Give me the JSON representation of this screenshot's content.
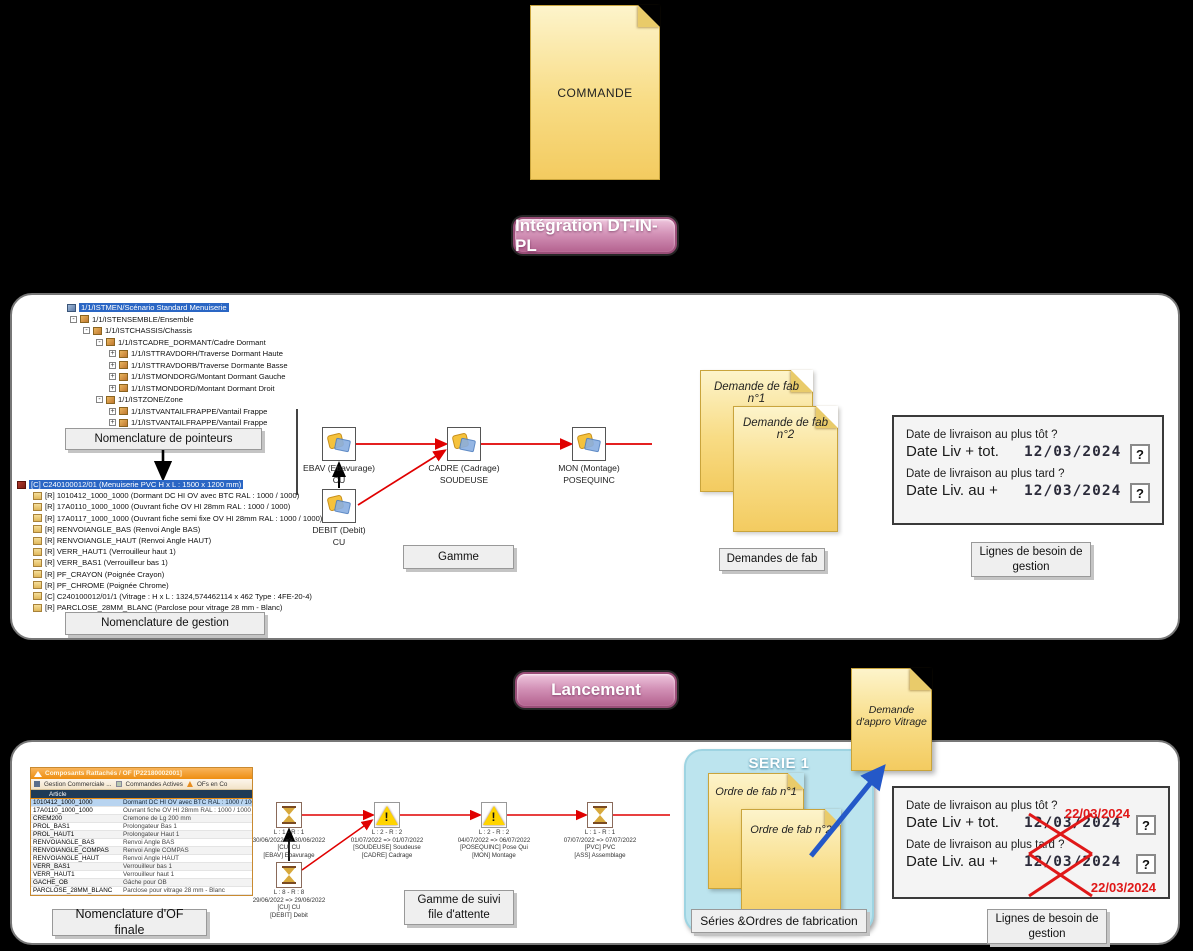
{
  "colors": {
    "accent_pink": "#B4628F",
    "sticky_yellow": "#F3CB60",
    "serie_cyan": "#BCE4EE",
    "selection_blue": "#2A66C4",
    "alert_red": "#E01818",
    "arrow_blue": "#2458C8"
  },
  "commande": {
    "label": "COMMANDE"
  },
  "steps": {
    "integration": "Intégration DT-IN-PL",
    "lancement": "Lancement"
  },
  "panel_integration": {
    "tree_pointeurs": {
      "items": [
        {
          "label": "1/1/ISTMEN/Scénario Standard Menuiserie",
          "expander": ""
        },
        {
          "label": "1/1/ISTENSEMBLE/Ensemble",
          "expander": "-"
        },
        {
          "label": "1/1/ISTCHASSIS/Chassis",
          "expander": "-"
        },
        {
          "label": "1/1/ISTCADRE_DORMANT/Cadre Dormant",
          "expander": "-"
        },
        {
          "label": "1/1/ISTTRAVDORH/Traverse Dormant Haute",
          "expander": "+"
        },
        {
          "label": "1/1/ISTTRAVDORB/Traverse Dormante Basse",
          "expander": "+"
        },
        {
          "label": "1/1/ISTMONDORG/Montant Dormant Gauche",
          "expander": "+"
        },
        {
          "label": "1/1/ISTMONDORD/Montant Dormant Droit",
          "expander": "+"
        },
        {
          "label": "1/1/ISTZONE/Zone",
          "expander": "-"
        },
        {
          "label": "1/1/ISTVANTAILFRAPPE/Vantail Frappe",
          "expander": "+"
        },
        {
          "label": "1/1/ISTVANTAILFRAPPE/Vantail Frappe",
          "expander": "+"
        }
      ]
    },
    "label_pointeurs": "Nomenclature de pointeurs",
    "tree_gestion": {
      "items": [
        {
          "label": "[C] C240100012/01 (Menuiserie PVC H x L : 1500 x 1200 mm)"
        },
        {
          "label": "[R] 1010412_1000_1000 (Dormant DC HI OV avec BTC RAL : 1000 / 1000)"
        },
        {
          "label": "[R] 17A0110_1000_1000 (Ouvrant fiche OV HI 28mm RAL : 1000 / 1000)"
        },
        {
          "label": "[R] 17A0117_1000_1000 (Ouvrant fiche semi fixe OV HI 28mm RAL : 1000 / 1000)"
        },
        {
          "label": "[R] RENVOIANGLE_BAS (Renvoi Angle BAS)"
        },
        {
          "label": "[R] RENVOIANGLE_HAUT (Renvoi Angle HAUT)"
        },
        {
          "label": "[R] VERR_HAUT1 (Verrouilleur haut 1)"
        },
        {
          "label": "[R] VERR_BAS1 (Verrouilleur bas 1)"
        },
        {
          "label": "[R] PF_CRAYON (Poignée Crayon)"
        },
        {
          "label": "[R] PF_CHROME (Poignée Chrome)"
        },
        {
          "label": "[C] C240100012/01/1 (Vitrage : H x L : 1324,574462114 x 462 Type : 4FE-20-4)"
        },
        {
          "label": "[R] PARCLOSE_28MM_BLANC (Parclose pour vitrage 28 mm - Blanc)"
        }
      ]
    },
    "label_gestion": "Nomenclature de gestion",
    "gamme": {
      "label": "Gamme",
      "nodes": [
        {
          "name": "EBAV (Ebavurage)",
          "resource": "CU"
        },
        {
          "name": "CADRE (Cadrage)",
          "resource": "SOUDEUSE"
        },
        {
          "name": "MON (Montage)",
          "resource": "POSEQUINC"
        },
        {
          "name": "DEBIT (Debit)",
          "resource": "CU"
        }
      ]
    },
    "demandes_fab": {
      "notes": [
        "Demande de fab n°1",
        "Demande de fab n°2"
      ],
      "label": "Demandes de fab"
    },
    "besoin": {
      "question_tot": "Date de livraison au plus tôt ?",
      "field_tot_label": "Date Liv + tot.",
      "field_tot_value": "12/03/2024",
      "question_tard": "Date de livraison au plus tard ?",
      "field_tard_label": "Date Liv. au +",
      "field_tard_value": "12/03/2024",
      "help": "?",
      "label": "Lignes de besoin de gestion"
    }
  },
  "appro_note": "Demande d'appro Vitrage",
  "panel_lancement": {
    "of_window": {
      "title": "Composants Rattachés / OF [P22180002001]",
      "toolbar": [
        "Gestion Commerciale ...",
        "Commandes Actives",
        "OFs en Co"
      ],
      "column_article": "Article",
      "rows": [
        {
          "article": "1010412_1000_1000",
          "desc": "Dormant DC HI OV avec BTC RAL : 1000 / 1000"
        },
        {
          "article": "17A0110_1000_1000",
          "desc": "Ouvrant fiche OV HI 28mm RAL : 1000 / 1000"
        },
        {
          "article": "CREM200",
          "desc": "Cremone de Lg 200 mm"
        },
        {
          "article": "PROL_BAS1",
          "desc": "Prolongateur Bas 1"
        },
        {
          "article": "PROL_HAUT1",
          "desc": "Prolongateur Haut 1"
        },
        {
          "article": "RENVOIANGLE_BAS",
          "desc": "Renvoi Angle BAS"
        },
        {
          "article": "RENVOIANGLE_COMPAS",
          "desc": "Renvoi Angle COMPAS"
        },
        {
          "article": "RENVOIANGLE_HAUT",
          "desc": "Renvoi Angle HAUT"
        },
        {
          "article": "VERR_BAS1",
          "desc": "Verrouilleur bas 1"
        },
        {
          "article": "VERR_HAUT1",
          "desc": "Verrouilleur haut 1"
        },
        {
          "article": "GACHE_OB",
          "desc": "Gâche pour OB"
        },
        {
          "article": "PARCLOSE_28MM_BLANC",
          "desc": "Parclose pour vitrage 28 mm - Blanc"
        }
      ]
    },
    "label_of": "Nomenclature d'OF finale",
    "suivi": {
      "label": "Gamme de suivi file d'attente",
      "nodes": [
        {
          "icon": "hourglass",
          "load": "L : 1  -  R : 1",
          "dates": "30/06/2022 => 30/06/2022",
          "resource": "[CU] CU",
          "operation": "[EBAV] Ebavurage"
        },
        {
          "icon": "warning",
          "load": "L : 2  -  R : 2",
          "dates": "01/07/2022 => 01/07/2022",
          "resource": "[SOUDEUSE] Soudeuse",
          "operation": "[CADRE] Cadrage"
        },
        {
          "icon": "warning",
          "load": "L : 2  -  R : 2",
          "dates": "04/07/2022 => 06/07/2022",
          "resource": "[POSEQUINC] Pose Qui",
          "operation": "[MON] Montage"
        },
        {
          "icon": "hourglass",
          "load": "L : 1  -  R : 1",
          "dates": "07/07/2022 => 07/07/2022",
          "resource": "[PVC] PVC",
          "operation": "[ASS] Assemblage"
        },
        {
          "icon": "hourglass",
          "load": "L : 8  -  R : 8",
          "dates": "29/06/2022 => 29/06/2022",
          "resource": "[CU] CU",
          "operation": "[DEBIT] Debit"
        }
      ]
    },
    "serie": {
      "title": "SERIE 1",
      "notes": [
        "Ordre de fab n°1",
        "Ordre de fab n°2"
      ],
      "label": "Séries &Ordres de fabrication"
    },
    "besoin": {
      "question_tot": "Date de livraison au plus tôt ?",
      "new_date_tot": "22/03/2024",
      "field_tot_label": "Date Liv + tot.",
      "field_tot_value": "12/03/2024",
      "question_tard": "Date de livraison au plus tard ?",
      "field_tard_label": "Date Liv. au +",
      "field_tard_value": "12/03/2024",
      "new_date_tard": "22/03/2024",
      "help": "?",
      "label": "Lignes de besoin de gestion"
    }
  }
}
